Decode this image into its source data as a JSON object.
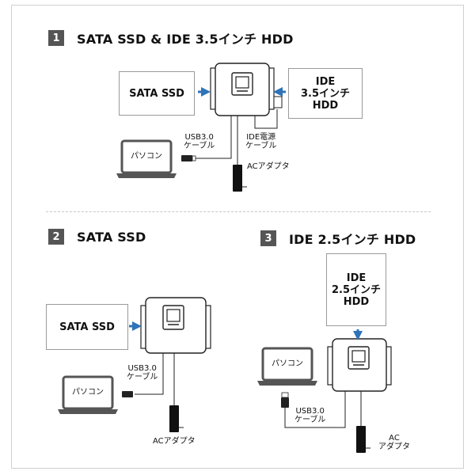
{
  "sections": [
    {
      "number": "1",
      "title": "SATA SSD & IDE 3.5インチ HDD",
      "left_device": [
        "SATA SSD"
      ],
      "right_device": [
        "IDE",
        "3.5インチ",
        "HDD"
      ],
      "laptop": "パソコン",
      "usb_label": [
        "USB3.0",
        "ケーブル"
      ],
      "power_label": [
        "IDE電源",
        "ケーブル"
      ],
      "ac_label": [
        "ACアダプタ"
      ]
    },
    {
      "number": "2",
      "title": "SATA SSD",
      "left_device": [
        "SATA SSD"
      ],
      "laptop": "パソコン",
      "usb_label": [
        "USB3.0",
        "ケーブル"
      ],
      "ac_label": [
        "ACアダプタ"
      ]
    },
    {
      "number": "3",
      "title": "IDE 2.5インチ HDD",
      "top_device": [
        "IDE",
        "2.5インチ",
        "HDD"
      ],
      "laptop": "パソコン",
      "usb_label": [
        "USB3.0",
        "ケーブル"
      ],
      "ac_label": [
        "AC",
        "アダプタ"
      ]
    }
  ],
  "colors": {
    "arrow": "#2f73b8",
    "badge": "#555555",
    "line": "#222222",
    "box_border": "#9a9a9a"
  },
  "icons": [
    "hard-drive-adapter-icon",
    "laptop-icon",
    "usb-plug-icon",
    "ac-adapter-icon",
    "arrow-right-icon",
    "arrow-down-icon"
  ]
}
